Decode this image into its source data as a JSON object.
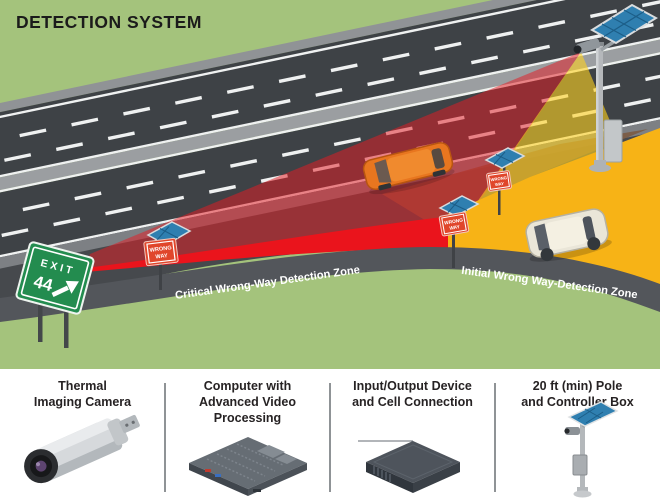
{
  "title": "DETECTION SYSTEM",
  "diagram": {
    "zones": {
      "critical": {
        "label": "Critical Wrong-Way Detection Zone",
        "color": "#ea141c"
      },
      "initial": {
        "label": "Initial Wrong Way-Detection Zone",
        "color": "#f7b316"
      }
    },
    "signs": {
      "exit": {
        "line1": "EXIT",
        "line2": "44"
      },
      "wrong_way": {
        "line1": "WRONG",
        "line2": "WAY"
      }
    }
  },
  "legend": {
    "items": [
      {
        "name": "thermal-camera",
        "label": "Thermal Imaging Camera",
        "lines": [
          "Thermal",
          "Imaging Camera"
        ]
      },
      {
        "name": "video-computer",
        "label": "Computer with Advanced Video Processing",
        "lines": [
          "Computer with",
          "Advanced Video",
          "Processing"
        ]
      },
      {
        "name": "io-device",
        "label": "Input/Output Device and Cell Connection",
        "lines": [
          "Input/Output Device",
          "and Cell Connection"
        ]
      },
      {
        "name": "pole",
        "label": "20 ft (min) Pole and Controller Box",
        "lines": [
          "20 ft (min) Pole",
          "and Controller Box"
        ]
      }
    ]
  },
  "colors": {
    "background_green": "#a4c37c",
    "road_asphalt": "#3e4246",
    "road_median": "#9b9ea1",
    "shoulder_band": "#53565b",
    "critical_zone_red": "#ea141c",
    "initial_zone_yellow": "#f7b316",
    "cone_red": "#e41d24",
    "cone_yellow": "#ffd21f",
    "exit_sign_green": "#238c4f",
    "wrong_way_sign_red": "#e0462b",
    "solar_panel_blue": "#2f7fb0"
  }
}
